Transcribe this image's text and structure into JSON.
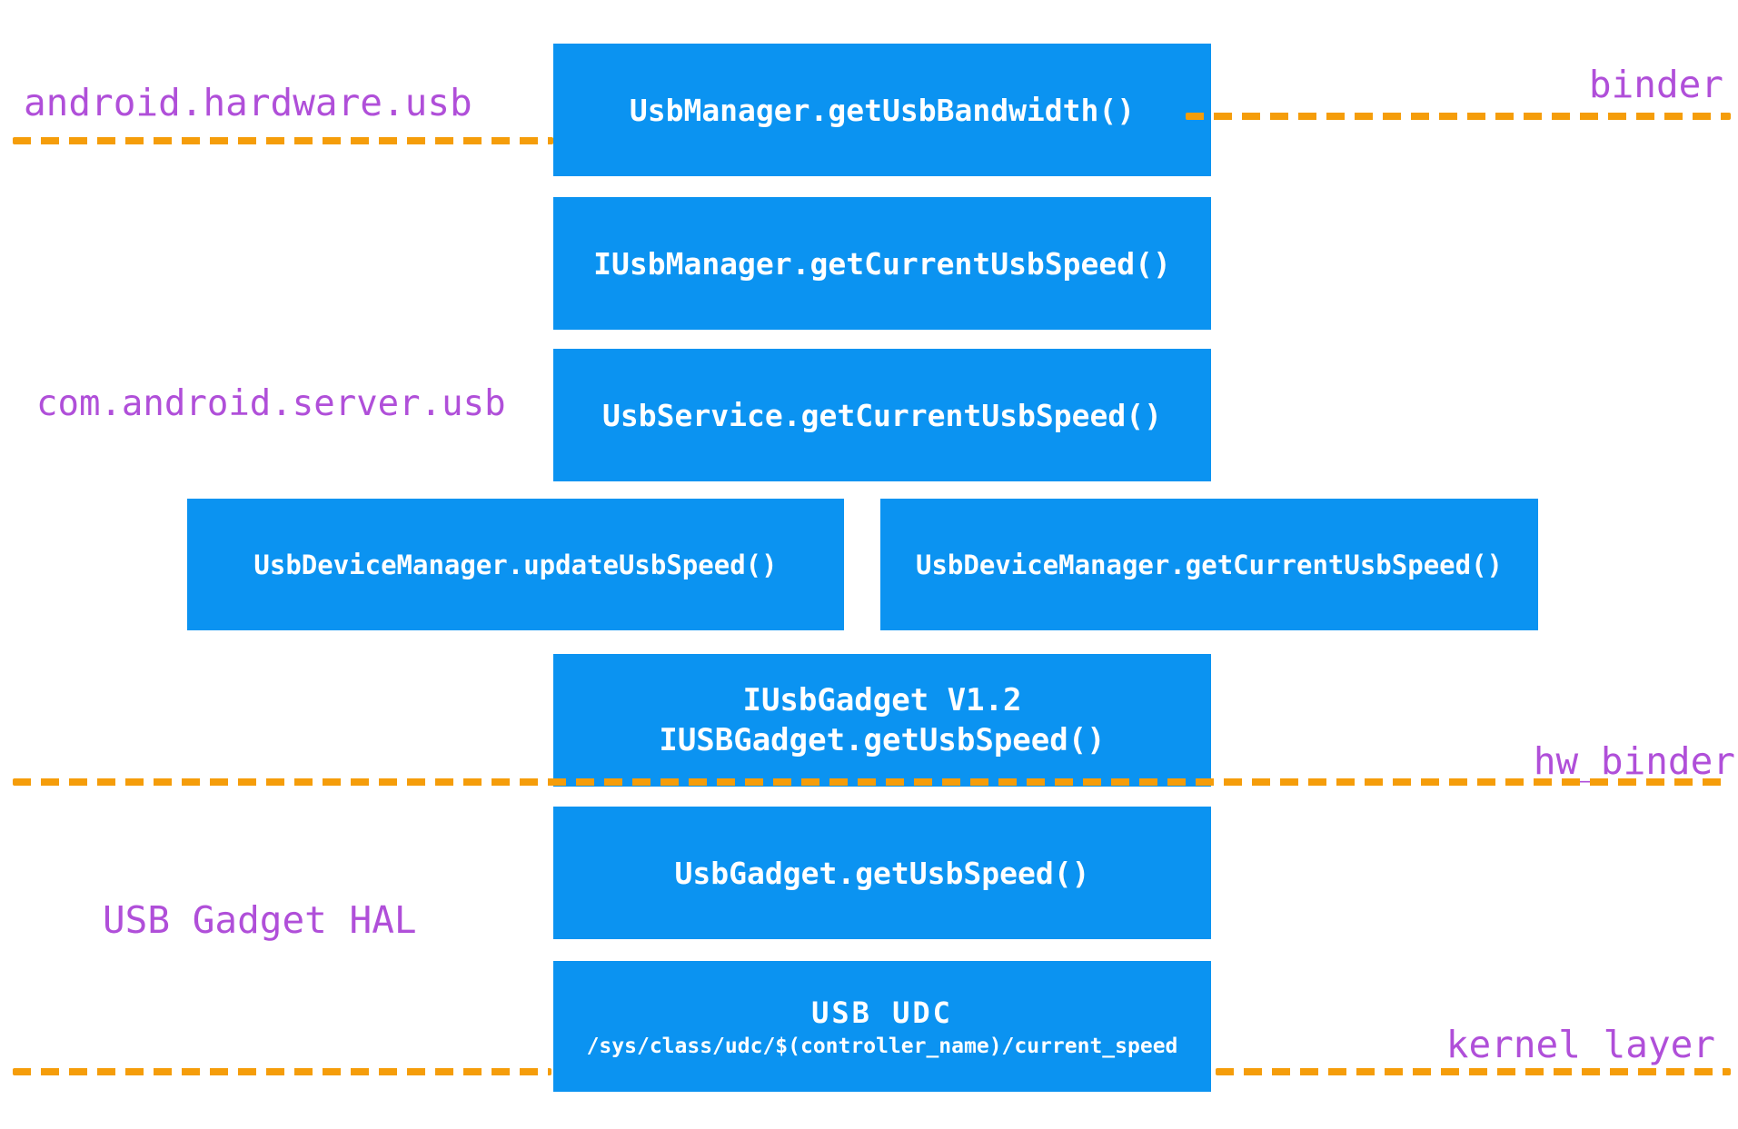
{
  "colors": {
    "box_fill": "#0B93F1",
    "box_text": "#FFFFFF",
    "label_text": "#B04FD9",
    "separator_orange": "#F59D0A",
    "background": "#FFFFFF"
  },
  "labels": {
    "package_top": {
      "text": "android.hardware.usb"
    },
    "binder": {
      "text": "binder"
    },
    "package_server": {
      "text": "com.android.server.usb"
    },
    "usb_gadget_hal": {
      "text": "USB Gadget HAL"
    },
    "hw_binder": {
      "text": "hw_binder"
    },
    "kernel_layer": {
      "text": "kernel layer"
    }
  },
  "boxes": [
    {
      "id": "usbmanager-getusbbandwidth",
      "lines": [
        "UsbManager.getUsbBandwidth()"
      ]
    },
    {
      "id": "iusbmanager-getcurrentusbspeed",
      "lines": [
        "IUsbManager.getCurrentUsbSpeed()"
      ]
    },
    {
      "id": "usbservice-getcurrentusbspeed",
      "lines": [
        "UsbService.getCurrentUsbSpeed()"
      ]
    },
    {
      "id": "usbdevicemanager-updateusbspeed",
      "lines": [
        "UsbDeviceManager.updateUsbSpeed()"
      ]
    },
    {
      "id": "usbdevicemanager-getcurrentusbspeed",
      "lines": [
        "UsbDeviceManager.getCurrentUsbSpeed()"
      ]
    },
    {
      "id": "iusbgadget-v12",
      "lines": [
        "IUsbGadget V1.2",
        "IUSBGadget.getUsbSpeed()"
      ]
    },
    {
      "id": "usbgadget-getusbspeed",
      "lines": [
        "UsbGadget.getUsbSpeed()"
      ]
    },
    {
      "id": "usb-udc",
      "lines": [
        "USB UDC",
        "/sys/class/udc/$(controller_name)/current_speed"
      ]
    }
  ]
}
